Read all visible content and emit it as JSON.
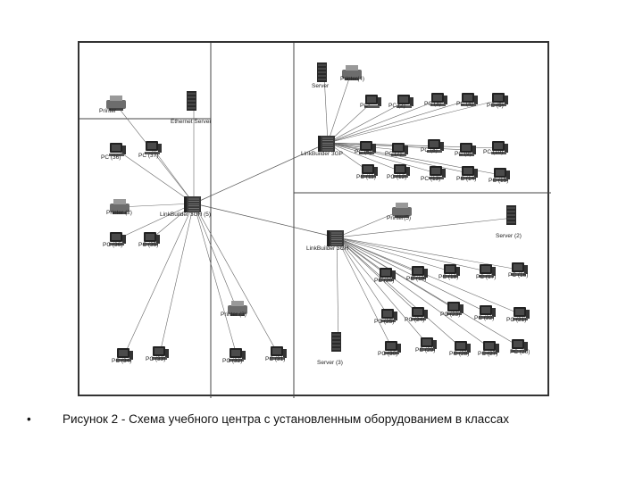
{
  "caption": {
    "bullet": "•",
    "text": "Рисунок 2 - Схема учебного центра с установленным оборудованием в классах"
  },
  "hubs": [
    {
      "id": "h1",
      "type": "switch",
      "label": "LinkBuilder 3GH (5)"
    },
    {
      "id": "h2",
      "type": "switch",
      "label": "LinkBuilder 3GP"
    },
    {
      "id": "h3",
      "type": "switch",
      "label": "LinkBuilder 3GH"
    }
  ],
  "devices": [
    {
      "id": "d1",
      "type": "printer",
      "label": "Printer",
      "hub": "h1"
    },
    {
      "id": "d2",
      "type": "server",
      "label": "Ethernet Server",
      "hub": "h1"
    },
    {
      "id": "d3",
      "type": "pc",
      "label": "PC (36)",
      "hub": "h1"
    },
    {
      "id": "d4",
      "type": "pc",
      "label": "PC (37)",
      "hub": "h1"
    },
    {
      "id": "d5",
      "type": "printer",
      "label": "Printer (2)",
      "hub": "h1"
    },
    {
      "id": "d6",
      "type": "pc",
      "label": "PC (36)",
      "hub": "h1"
    },
    {
      "id": "d7",
      "type": "pc",
      "label": "PC (35)",
      "hub": "h1"
    },
    {
      "id": "d8",
      "type": "printer",
      "label": "Printer (3)",
      "hub": "h1"
    },
    {
      "id": "d9",
      "type": "pc",
      "label": "PC (34)",
      "hub": "h1"
    },
    {
      "id": "d10",
      "type": "pc",
      "label": "PC (33)",
      "hub": "h1"
    },
    {
      "id": "d11",
      "type": "pc",
      "label": "PC (32)",
      "hub": "h1"
    },
    {
      "id": "d12",
      "type": "pc",
      "label": "PC (31)",
      "hub": "h1"
    },
    {
      "id": "d13",
      "type": "server",
      "label": "Server",
      "hub": "h2"
    },
    {
      "id": "d14",
      "type": "printer",
      "label": "Printer(4)",
      "hub": "h2"
    },
    {
      "id": "d15",
      "type": "pc",
      "label": "PC",
      "hub": "h2"
    },
    {
      "id": "d16",
      "type": "pc",
      "label": "PC (2)",
      "hub": "h2"
    },
    {
      "id": "d17",
      "type": "pc",
      "label": "PC (3)",
      "hub": "h2"
    },
    {
      "id": "d18",
      "type": "pc",
      "label": "PC (4)",
      "hub": "h2"
    },
    {
      "id": "d19",
      "type": "pc",
      "label": "PC (5)",
      "hub": "h2"
    },
    {
      "id": "d20",
      "type": "pc",
      "label": "PC (6)",
      "hub": "h2"
    },
    {
      "id": "d21",
      "type": "pc",
      "label": "PC (7)",
      "hub": "h2"
    },
    {
      "id": "d22",
      "type": "pc",
      "label": "PC (8)",
      "hub": "h2"
    },
    {
      "id": "d23",
      "type": "pc",
      "label": "PC (9)",
      "hub": "h2"
    },
    {
      "id": "d24",
      "type": "pc",
      "label": "PC (10)",
      "hub": "h2"
    },
    {
      "id": "d25",
      "type": "pc",
      "label": "PC (11)",
      "hub": "h2"
    },
    {
      "id": "d26",
      "type": "pc",
      "label": "PC (12)",
      "hub": "h2"
    },
    {
      "id": "d27",
      "type": "pc",
      "label": "PC (13)",
      "hub": "h2"
    },
    {
      "id": "d28",
      "type": "pc",
      "label": "PC (14)",
      "hub": "h2"
    },
    {
      "id": "d29",
      "type": "pc",
      "label": "PC (15)",
      "hub": "h2"
    },
    {
      "id": "d30",
      "type": "printer",
      "label": "Printer(5)",
      "hub": "h3"
    },
    {
      "id": "d31",
      "type": "server",
      "label": "Server (2)",
      "hub": "h3"
    },
    {
      "id": "d32",
      "type": "pc",
      "label": "PC (20)",
      "hub": "h3"
    },
    {
      "id": "d33",
      "type": "pc",
      "label": "PC (19)",
      "hub": "h3"
    },
    {
      "id": "d34",
      "type": "pc",
      "label": "PC (18)",
      "hub": "h3"
    },
    {
      "id": "d35",
      "type": "pc",
      "label": "PC (17)",
      "hub": "h3"
    },
    {
      "id": "d36",
      "type": "pc",
      "label": "PC (16)",
      "hub": "h3"
    },
    {
      "id": "d37",
      "type": "pc",
      "label": "PC (25)",
      "hub": "h3"
    },
    {
      "id": "d38",
      "type": "pc",
      "label": "PC (24)",
      "hub": "h3"
    },
    {
      "id": "d39",
      "type": "pc",
      "label": "PC (23)",
      "hub": "h3"
    },
    {
      "id": "d40",
      "type": "pc",
      "label": "PC (22)",
      "hub": "h3"
    },
    {
      "id": "d41",
      "type": "pc",
      "label": "PC (21)",
      "hub": "h3"
    },
    {
      "id": "d42",
      "type": "server",
      "label": "Server (3)",
      "hub": "h3"
    },
    {
      "id": "d43",
      "type": "pc",
      "label": "PC (30)",
      "hub": "h3"
    },
    {
      "id": "d44",
      "type": "pc",
      "label": "PC (29)",
      "hub": "h3"
    },
    {
      "id": "d45",
      "type": "pc",
      "label": "PC (28)",
      "hub": "h3"
    },
    {
      "id": "d46",
      "type": "pc",
      "label": "PC (27)",
      "hub": "h3"
    },
    {
      "id": "d47",
      "type": "pc",
      "label": "PC (26)",
      "hub": "h3"
    }
  ],
  "hub_links": [
    [
      "h1",
      "h2"
    ],
    [
      "h1",
      "h3"
    ]
  ]
}
